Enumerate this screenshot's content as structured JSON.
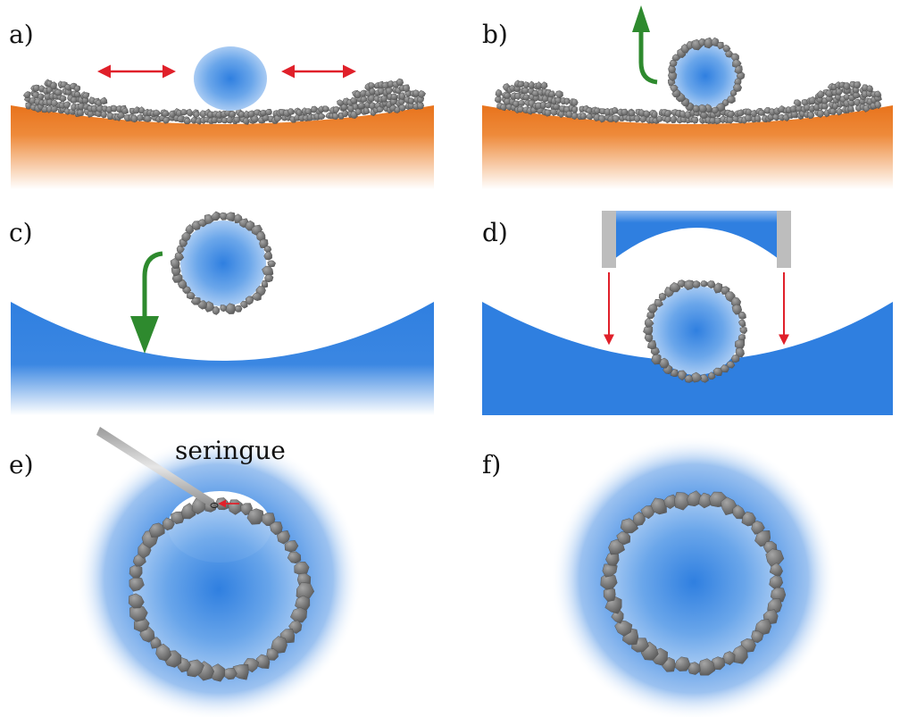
{
  "panels": [
    {
      "label": "a)"
    },
    {
      "label": "b)"
    },
    {
      "label": "c)"
    },
    {
      "label": "d)"
    },
    {
      "label": "e)",
      "annotation": "seringue"
    },
    {
      "label": "f)"
    }
  ],
  "colors": {
    "substrate_orange": "#e8731c",
    "liquid_blue": "#2f7fe0",
    "drop_blue": "#4f95e8",
    "grain_gray": "#7a7a7a",
    "arrow_red": "#e0202a",
    "arrow_green": "#2e8a2e",
    "tool_gray": "#bdbdbd"
  }
}
